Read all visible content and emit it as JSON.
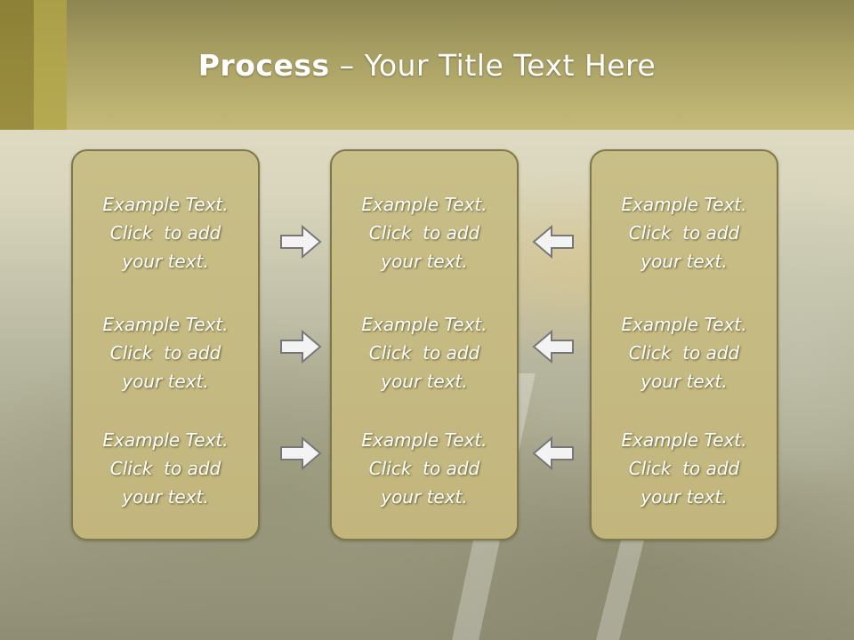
{
  "slide": {
    "title_strong": "Process",
    "title_rest": " – Your Title Text Here"
  },
  "columns": [
    {
      "blocks": [
        [
          "Example Text.",
          "Click  to add",
          "your text."
        ],
        [
          "Example Text.",
          "Click  to add",
          "your text."
        ],
        [
          "Example Text.",
          "Click  to add",
          "your text."
        ]
      ]
    },
    {
      "blocks": [
        [
          "Example Text.",
          "Click  to add",
          "your text."
        ],
        [
          "Example Text.",
          "Click  to add",
          "your text."
        ],
        [
          "Example Text.",
          "Click  to add",
          "your text."
        ]
      ]
    },
    {
      "blocks": [
        [
          "Example Text.",
          "Click  to add",
          "your text."
        ],
        [
          "Example Text.",
          "Click  to add",
          "your text."
        ],
        [
          "Example Text.",
          "Click  to add",
          "your text."
        ]
      ]
    }
  ],
  "arrows": {
    "left_group": "arrow-right-icon",
    "right_group": "arrow-left-icon"
  },
  "colors": {
    "header": "#a79e62",
    "box_fill": "#c5ba80",
    "box_border": "#7f784a",
    "text": "#ffffff"
  }
}
